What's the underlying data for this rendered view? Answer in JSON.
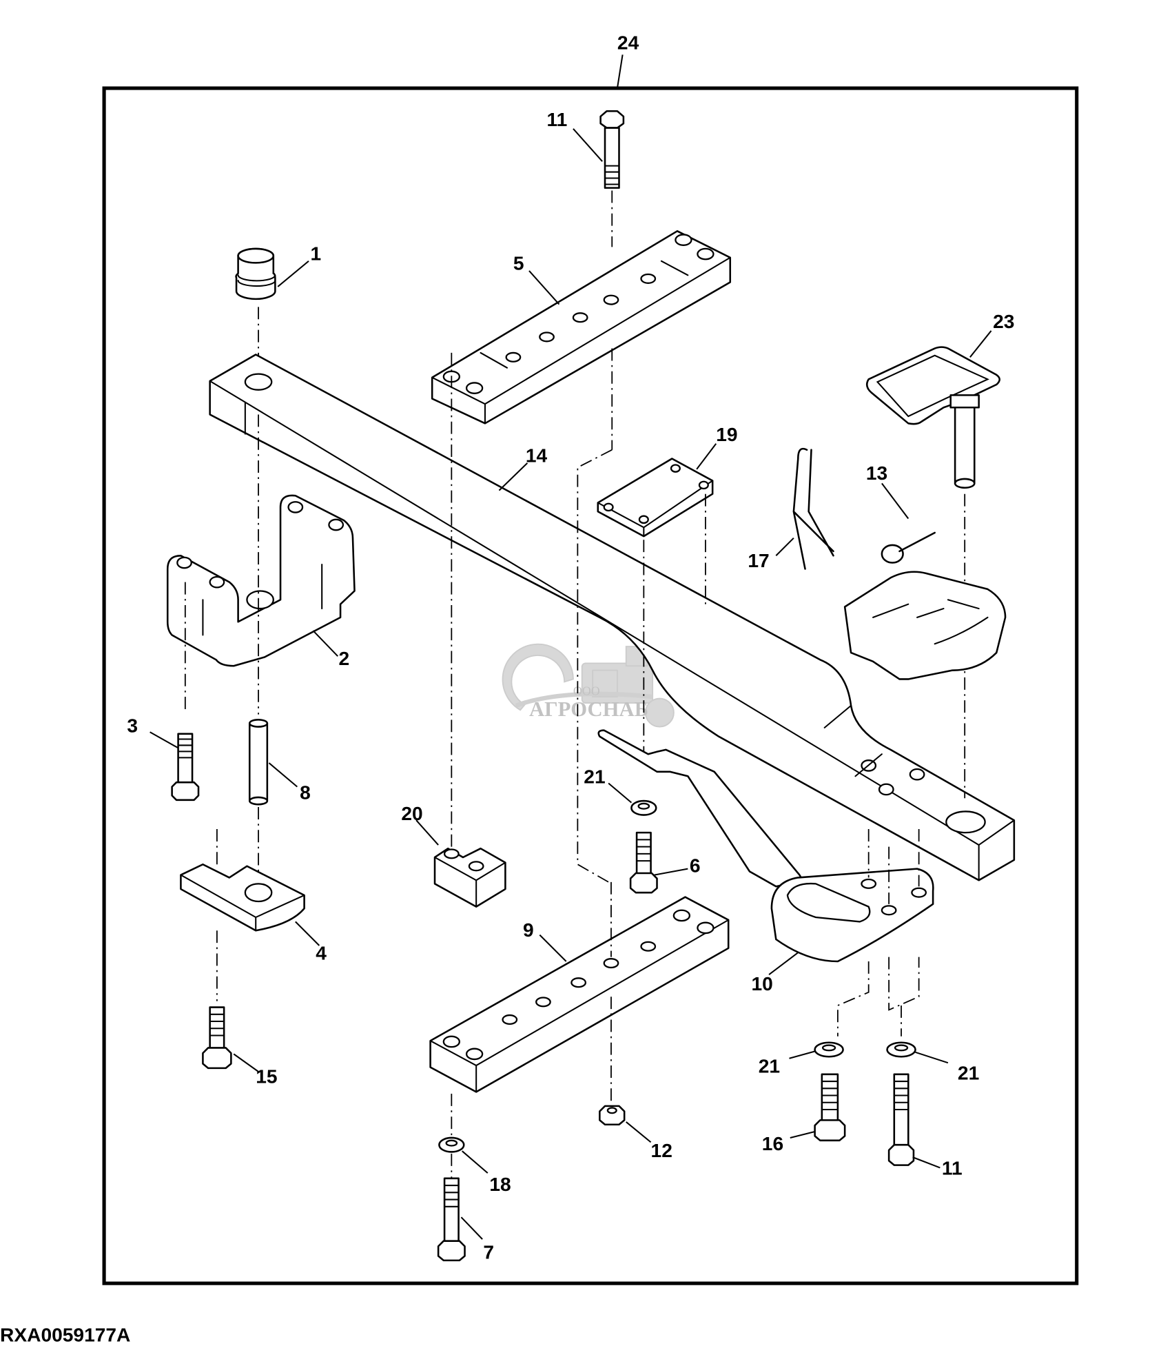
{
  "figure": {
    "id": "RXA0059177A",
    "assembly_callout": "24",
    "description": "Exploded parts diagram of tractor drawbar / swinging drawbar assembly"
  },
  "watermark": {
    "company_prefix": "ООО",
    "company_name": "АГРОСНАБ",
    "color": "#b8b8b8"
  },
  "callouts": [
    {
      "id": "c24",
      "label": "24"
    },
    {
      "id": "c11a",
      "label": "11"
    },
    {
      "id": "c1",
      "label": "1"
    },
    {
      "id": "c5",
      "label": "5"
    },
    {
      "id": "c23",
      "label": "23"
    },
    {
      "id": "c14",
      "label": "14"
    },
    {
      "id": "c19",
      "label": "19"
    },
    {
      "id": "c13",
      "label": "13"
    },
    {
      "id": "c17",
      "label": "17"
    },
    {
      "id": "c2",
      "label": "2"
    },
    {
      "id": "c3",
      "label": "3"
    },
    {
      "id": "c8",
      "label": "8"
    },
    {
      "id": "c21a",
      "label": "21"
    },
    {
      "id": "c4",
      "label": "4"
    },
    {
      "id": "c20",
      "label": "20"
    },
    {
      "id": "c6",
      "label": "6"
    },
    {
      "id": "c9",
      "label": "9"
    },
    {
      "id": "c15",
      "label": "15"
    },
    {
      "id": "c10",
      "label": "10"
    },
    {
      "id": "c21b",
      "label": "21"
    },
    {
      "id": "c21c",
      "label": "21"
    },
    {
      "id": "c12",
      "label": "12"
    },
    {
      "id": "c16",
      "label": "16"
    },
    {
      "id": "c11b",
      "label": "11"
    },
    {
      "id": "c18",
      "label": "18"
    },
    {
      "id": "c7",
      "label": "7"
    }
  ],
  "colors": {
    "line": "#000000",
    "background": "#ffffff"
  }
}
